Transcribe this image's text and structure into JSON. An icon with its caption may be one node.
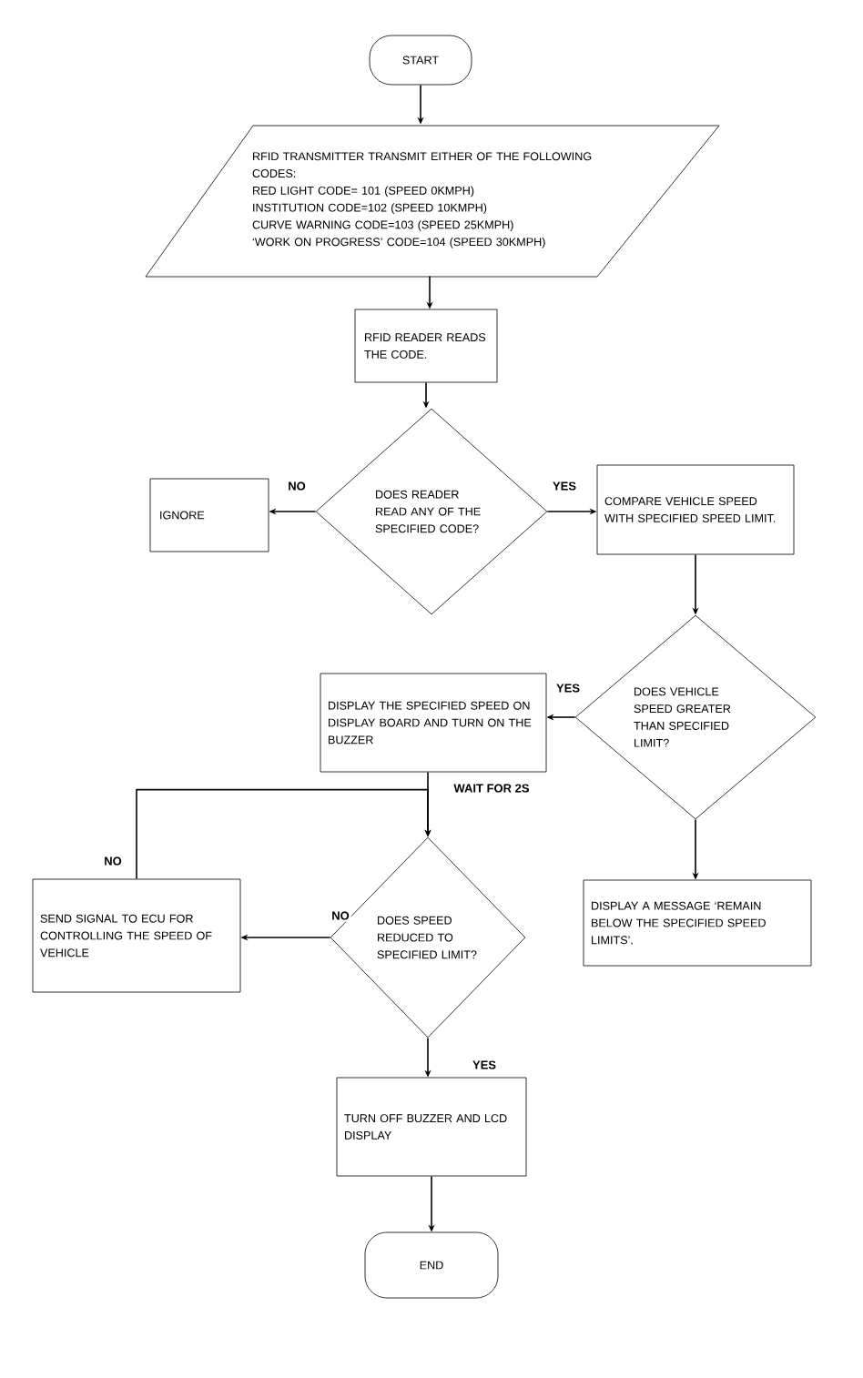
{
  "diagram": {
    "nodes": [
      {
        "text": [
          "START"
        ]
      },
      {
        "text": [
          "RFID TRANSMITTER TRANSMIT EITHER OF THE FOLLOWING CODES:",
          "RED LIGHT CODE= 101 (SPEED 0KMPH)",
          "INSTITUTION CODE=102 (SPEED 10KMPH)",
          "CURVE WARNING CODE=103 (SPEED 25KMPH)",
          "‘WORK ON PROGRESS’ CODE=104 (SPEED 30KMPH)"
        ]
      },
      {
        "text": [
          "RFID READER READS THE CODE."
        ]
      },
      {
        "text": [
          "DOES READER READ ANY OF THE SPECIFIED CODE?"
        ]
      },
      {
        "text": [
          "IGNORE"
        ]
      },
      {
        "text": [
          "COMPARE VEHICLE SPEED WITH SPECIFIED SPEED LIMIT."
        ]
      },
      {
        "text": [
          "DOES VEHICLE SPEED GREATER THAN SPECIFIED LIMIT?"
        ]
      },
      {
        "text": [
          "DISPLAY THE SPECIFIED SPEED ON DISPLAY BOARD AND TURN ON THE BUZZER"
        ]
      },
      {
        "text": [
          "DOES SPEED REDUCED TO SPECIFIED LIMIT?"
        ]
      },
      {
        "text": [
          "SEND SIGNAL TO ECU FOR CONTROLLING THE SPEED OF VEHICLE"
        ]
      },
      {
        "text": [
          "DISPLAY A MESSAGE ‘REMAIN BELOW THE SPECIFIED SPEED LIMITS’."
        ]
      },
      {
        "text": [
          "TURN OFF BUZZER AND LCD DISPLAY"
        ]
      },
      {
        "text": [
          "END"
        ]
      }
    ],
    "edges": [
      {
        "from": 0,
        "to": 1,
        "arrow": "to"
      },
      {
        "from": 1,
        "to": 2,
        "arrow": "to"
      },
      {
        "from": 2,
        "to": 3,
        "arrow": "to"
      },
      {
        "from": 3,
        "to": 4,
        "arrow": "to",
        "label": "NO"
      },
      {
        "from": 3,
        "to": 5,
        "arrow": "to",
        "label": "YES"
      },
      {
        "from": 5,
        "to": 6,
        "arrow": "to"
      },
      {
        "from": 6,
        "to": 7,
        "arrow": "to",
        "label": "YES"
      },
      {
        "from": 7,
        "to": 8,
        "arrow": "to",
        "label": "WAIT FOR 2S"
      },
      {
        "from": 8,
        "to": 9,
        "arrow": "to",
        "label": "NO"
      },
      {
        "from": 9,
        "to": 8,
        "arrow": "to",
        "label": "NO"
      },
      {
        "from": 6,
        "to": 10,
        "arrow": "to"
      },
      {
        "from": 8,
        "to": 11,
        "arrow": "to",
        "label": "YES"
      },
      {
        "from": 11,
        "to": 12,
        "arrow": "to"
      }
    ]
  }
}
